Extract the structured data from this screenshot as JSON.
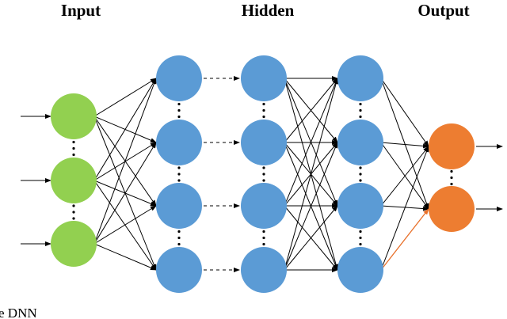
{
  "titles": {
    "input": "Input",
    "hidden": "Hidden",
    "output": "Output"
  },
  "caption": "e DNN",
  "colors": {
    "input_node": "#92d050",
    "hidden_node": "#5b9bd5",
    "output_node": "#ed7d31",
    "accent_edge": "#e8702a"
  }
}
